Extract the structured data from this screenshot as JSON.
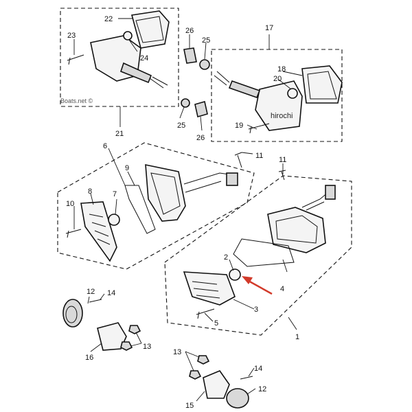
{
  "watermarks": {
    "left": "Boats.net ©",
    "right": "hirochi"
  },
  "accent_color": "#d23a2a",
  "labels": {
    "l1": "1",
    "l2": "2",
    "l3": "3",
    "l4": "4",
    "l5": "5",
    "l6": "6",
    "l7": "7",
    "l8": "8",
    "l9": "9",
    "l10": "10",
    "l11a": "11",
    "l11b": "11",
    "l12a": "12",
    "l12b": "12",
    "l13a": "13",
    "l13b": "13",
    "l14a": "14",
    "l14b": "14",
    "l15": "15",
    "l16": "16",
    "l17": "17",
    "l18": "18",
    "l19": "19",
    "l20": "20",
    "l21": "21",
    "l22": "22",
    "l23": "23",
    "l24": "24",
    "l25a": "25",
    "l25b": "25",
    "l26a": "26",
    "l26b": "26"
  }
}
